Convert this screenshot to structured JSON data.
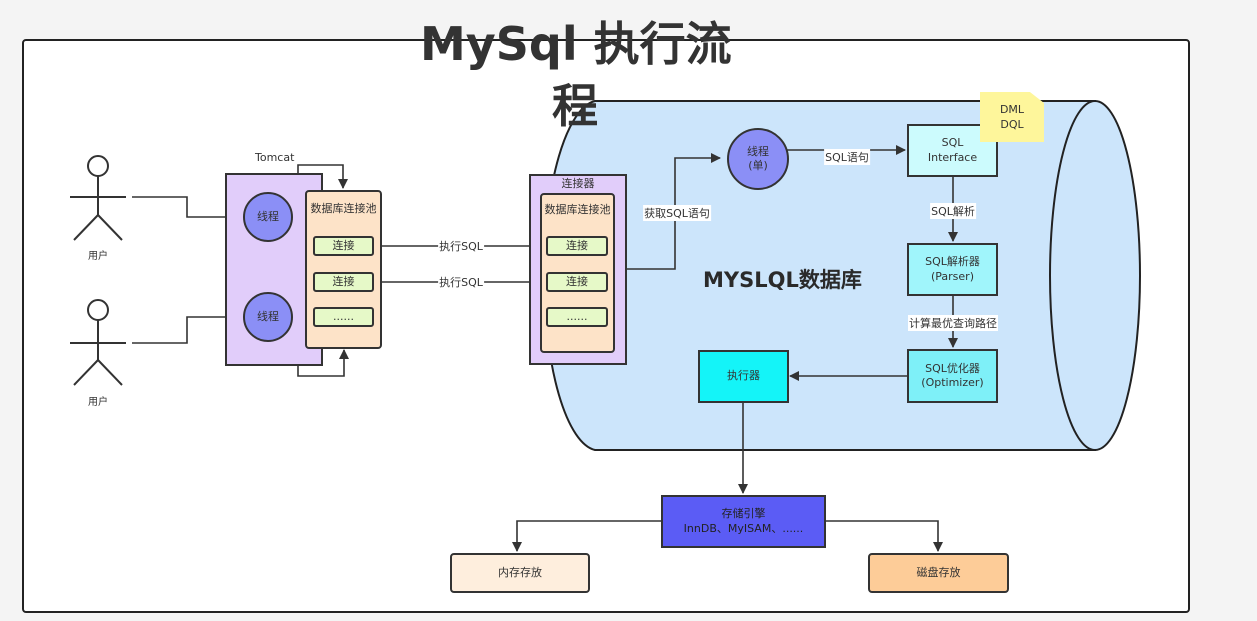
{
  "title": {
    "line1": "MySql 执行流",
    "line2": "程"
  },
  "users": [
    {
      "label": "用户"
    },
    {
      "label": "用户"
    }
  ],
  "tomcat": {
    "label": "Tomcat",
    "threads": [
      "线程",
      "线程"
    ],
    "pool": {
      "title": "数据库连接池",
      "connections": [
        "连接",
        "连接",
        "......"
      ]
    }
  },
  "edges": {
    "exec1": "执行SQL",
    "exec2": "执行SQL",
    "fetch": "获取SQL语句",
    "sql_stmt": "SQL语句",
    "parse": "SQL解析",
    "optimize": "计算最优查询路径"
  },
  "connector": {
    "label": "连接器",
    "pool": {
      "title": "数据库连接池",
      "connections": [
        "连接",
        "连接",
        "......"
      ]
    }
  },
  "mysql": {
    "label": "MYSLQL数据库",
    "thread": {
      "line1": "线程",
      "line2": "(单)"
    },
    "interface": {
      "line1": "SQL",
      "line2": "Interface"
    },
    "note": {
      "line1": "DML",
      "line2": "DQL"
    },
    "parser": {
      "line1": "SQL解析器",
      "line2": "(Parser)"
    },
    "optimizer": {
      "line1": "SQL优化器",
      "line2": "(Optimizer)"
    },
    "executor": "执行器"
  },
  "storage": {
    "line1": "存储引擎",
    "line2": "InnDB、MyISAM、......",
    "memory": "内存存放",
    "disk": "磁盘存放"
  }
}
